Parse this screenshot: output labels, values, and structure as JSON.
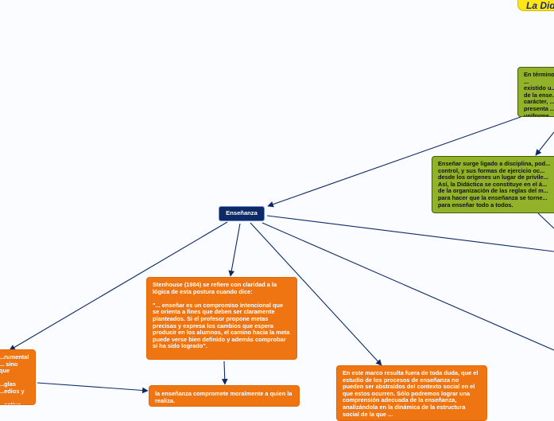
{
  "title": {
    "text": "La Didáctica"
  },
  "nodes": {
    "ensenanza": "Enseñanza",
    "green_top": "En términos ...\nexistido u...\nde la ense...\ncarácter, ...\npresenta ...\nuniforme ...",
    "green_mid": "Enseñar surge ligado a disciplina, pod...\ncontrol,  y sus formas de ejercicio oc...\ndesde los orígenes un lugar de privile...\nAsí, la Didáctica se constituye en el á...\nde la organización de las reglas del m...\npara hacer que la enseñanza se torne...\npara enseñar todo a todos.",
    "stenhouse": "Stenhouse (1984) se refiere con claridad a la lógica de esta postura cuando dice:\n\n\"... enseñar es un compromiso intencional que se orienta a fines que deben ser claramente planteados. Si el profesor propone metas precisas y expresa los cambios que espera producir en los alumnos, el camino hacia la meta puede verse bien definido y además comprobar si ha sido logrado\".",
    "left_partial": "...rumental\n... sino que\n\n...glas\n...edios y\n\n...cativo.",
    "compromete": "la enseñanza compromete moralmente a quien la realiza.",
    "marco": "En este marco resulta fuera de toda duda, que el estudio de los procesos de enseñanza no pueden ser abstraídos del contexto social en el que estos ocurren. Sólo podremos lograr una comprensión adecuada de la enseñanza, analizándola en la dinámica de la estructura social de la que ..."
  },
  "colors": {
    "orange": "#ee7512",
    "green": "#92b22a",
    "central_blue": "#0d2a66",
    "connector": "#0d2a66",
    "title_yellow": "#ffe619"
  }
}
